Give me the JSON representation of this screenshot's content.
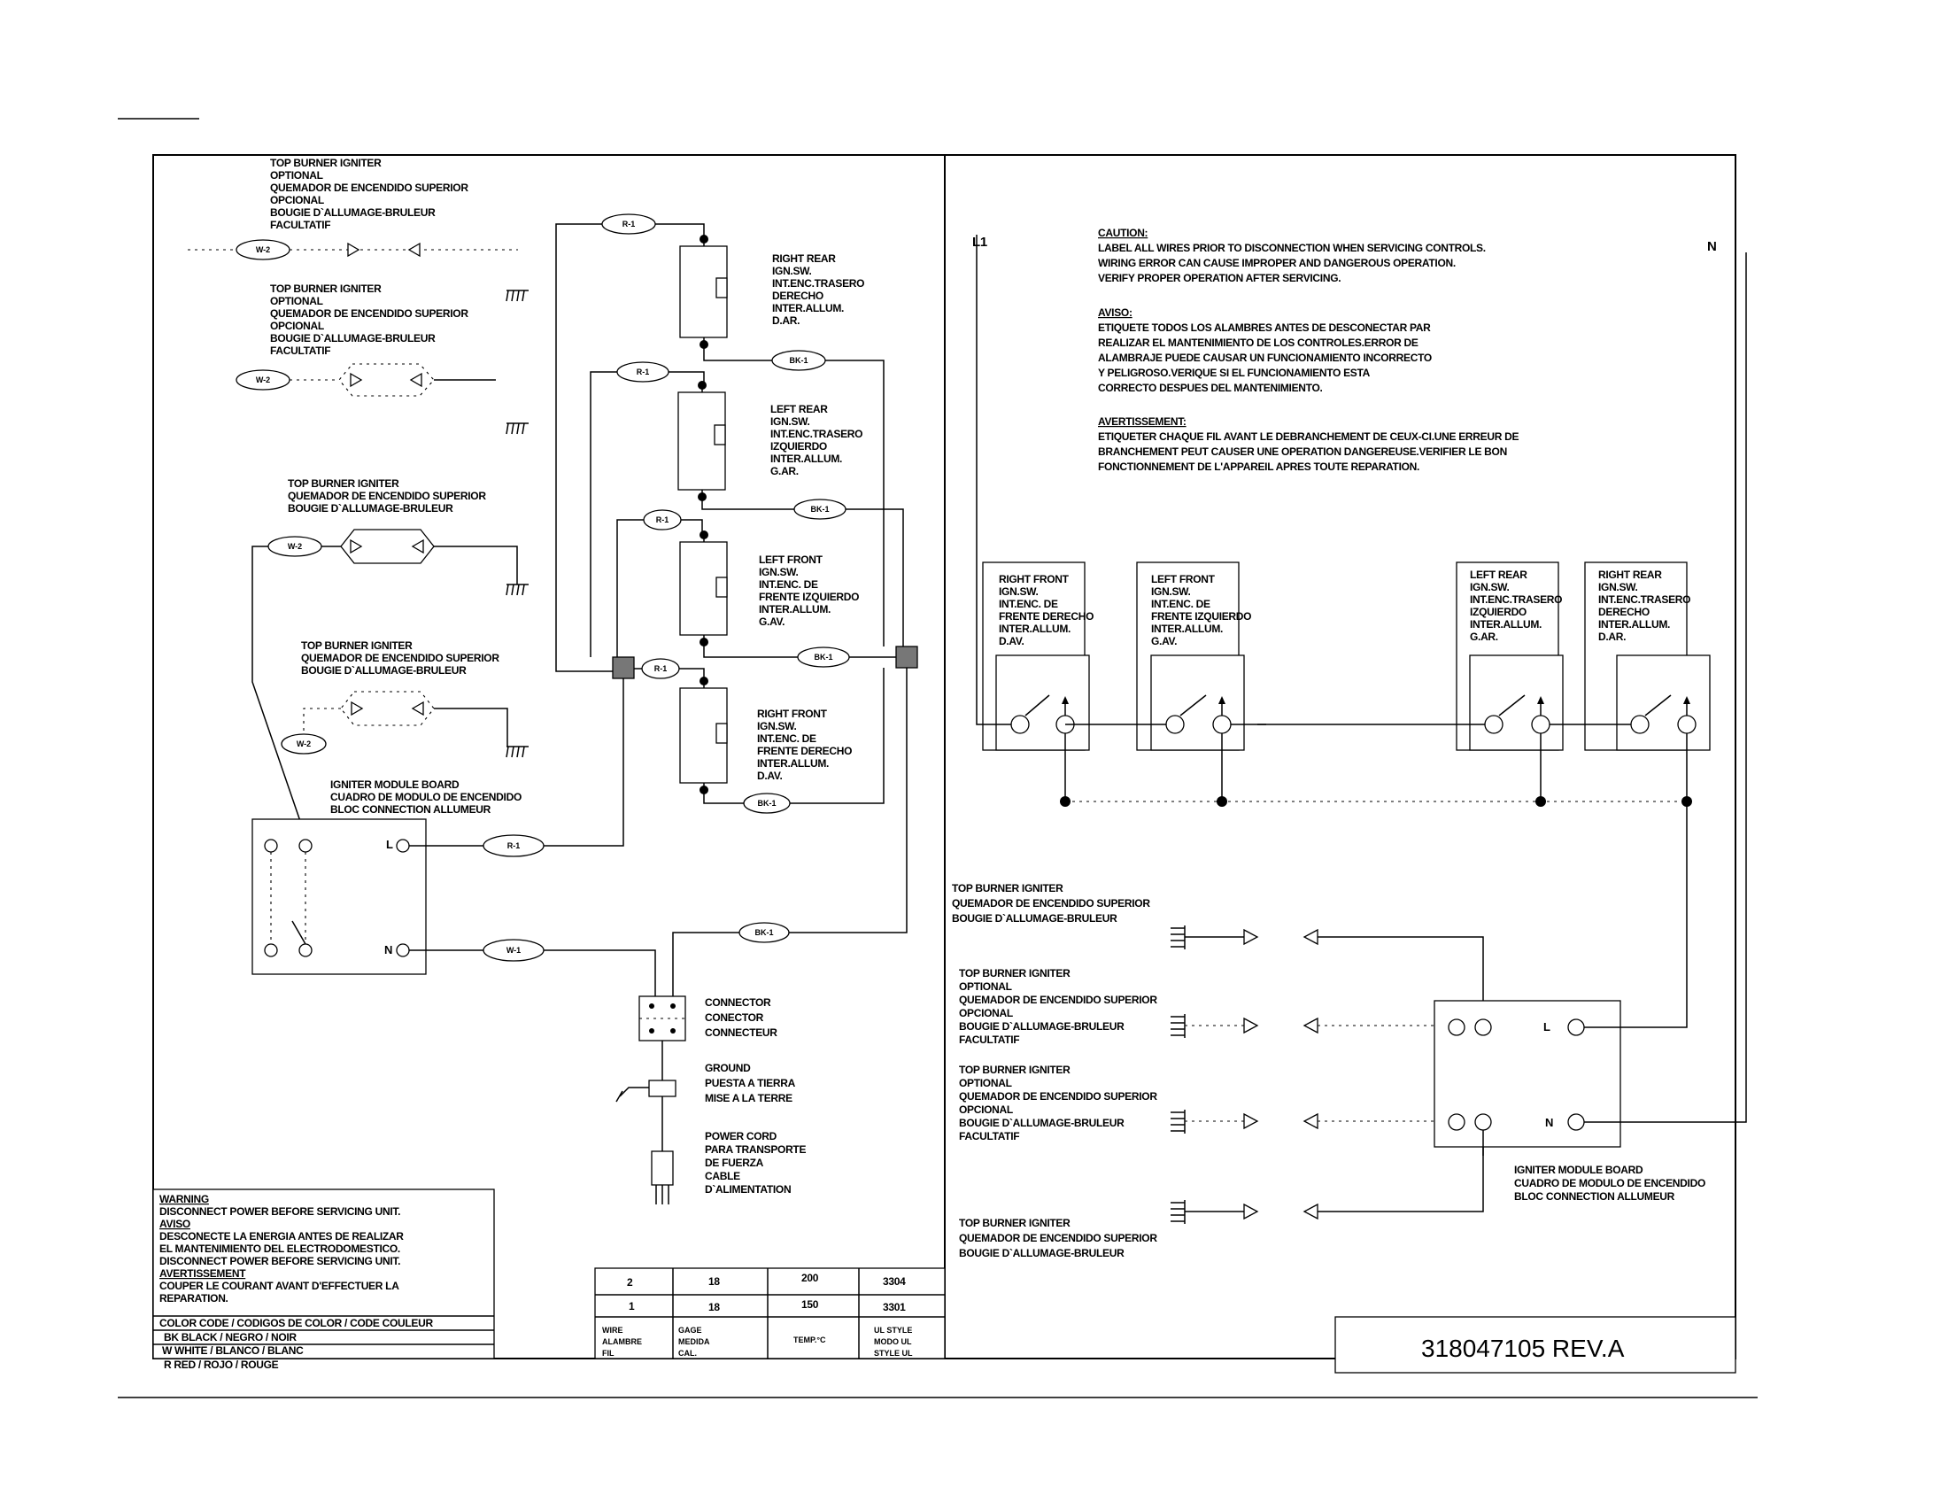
{
  "left_panel": {
    "igniters": [
      {
        "lines": [
          "TOP BURNER IGNITER",
          "OPTIONAL",
          "QUEMADOR DE ENCENDIDO SUPERIOR",
          "OPCIONAL",
          "BOUGIE D`ALLUMAGE-BRULEUR",
          "FACULTATIF"
        ],
        "wire": "W-2"
      },
      {
        "lines": [
          "TOP BURNER IGNITER",
          "OPTIONAL",
          "QUEMADOR DE ENCENDIDO SUPERIOR",
          "OPCIONAL",
          "BOUGIE D`ALLUMAGE-BRULEUR",
          "FACULTATIF"
        ],
        "wire": "W-2"
      },
      {
        "lines": [
          "TOP BURNER IGNITER",
          "QUEMADOR DE ENCENDIDO SUPERIOR",
          "BOUGIE D`ALLUMAGE-BRULEUR"
        ],
        "wire": "W-2"
      },
      {
        "lines": [
          "TOP BURNER IGNITER",
          "QUEMADOR DE ENCENDIDO SUPERIOR",
          "BOUGIE D`ALLUMAGE-BRULEUR"
        ],
        "wire": "W-2"
      }
    ],
    "switches": [
      {
        "lines": [
          "RIGHT REAR",
          "IGN.SW.",
          "INT.ENC.TRASERO",
          "DERECHO",
          "INTER.ALLUM.",
          "D.AR."
        ],
        "wire_in": "R-1",
        "wire_out": "BK-1"
      },
      {
        "lines": [
          "LEFT REAR",
          "IGN.SW.",
          "INT.ENC.TRASERO",
          "IZQUIERDO",
          "INTER.ALLUM.",
          "G.AR."
        ],
        "wire_in": "R-1",
        "wire_out": "BK-1"
      },
      {
        "lines": [
          "LEFT FRONT",
          "IGN.SW.",
          "INT.ENC. DE",
          "FRENTE IZQUIERDO",
          "INTER.ALLUM.",
          "G.AV."
        ],
        "wire_in": "R-1",
        "wire_out": "BK-1"
      },
      {
        "lines": [
          "RIGHT FRONT",
          "IGN.SW.",
          "INT.ENC. DE",
          "FRENTE DERECHO",
          "INTER.ALLUM.",
          "D.AV."
        ],
        "wire_in": "R-1",
        "wire_out": "BK-1"
      }
    ],
    "module": {
      "lines": [
        "IGNITER MODULE BOARD",
        "CUADRO DE MODULO DE ENCENDIDO",
        "BLOC CONNECTION ALLUMEUR"
      ],
      "l": "L",
      "n": "N",
      "wire_l": "R-1",
      "wire_n": "W-1",
      "wire_bk": "BK-1"
    },
    "connector": [
      "CONNECTOR",
      "CONECTOR",
      "CONNECTEUR"
    ],
    "ground": [
      "GROUND",
      "PUESTA A TIERRA",
      "MISE A LA TERRE"
    ],
    "power_cord": [
      "POWER CORD",
      "PARA TRANSPORTE",
      "DE FUERZA",
      "CABLE",
      "D`ALIMENTATION"
    ]
  },
  "warning_box": {
    "lines": [
      "WARNING",
      "DISCONNECT POWER BEFORE SERVICING UNIT.",
      "AVISO",
      "DESCONECTE LA ENERGIA ANTES DE REALIZAR",
      "EL MANTENIMIENTO DEL ELECTRODOMESTICO.",
      "DISCONNECT POWER BEFORE SERVICING UNIT.",
      "AVERTISSEMENT",
      "COUPER LE COURANT AVANT D'EFFECTUER LA",
      "REPARATION."
    ],
    "color_code": [
      "COLOR CODE / CODIGOS DE COLOR / CODE COULEUR",
      "BK BLACK / NEGRO / NOIR",
      "W WHITE / BLANCO / BLANC",
      "R RED / ROJO / ROUGE"
    ]
  },
  "wire_table": {
    "rows": [
      [
        "2",
        "18",
        "200",
        "3304"
      ],
      [
        "1",
        "18",
        "150",
        "3301"
      ]
    ],
    "headers": [
      [
        "WIRE",
        "ALAMBRE",
        "FIL"
      ],
      [
        "GAGE",
        "MEDIDA",
        "CAL."
      ],
      [
        "TEMP.°C"
      ],
      [
        "UL STYLE",
        "MODO UL",
        "STYLE UL"
      ]
    ]
  },
  "right_panel": {
    "l1": "L1",
    "n": "N",
    "notices": [
      {
        "title": "CAUTION:",
        "lines": [
          "LABEL ALL WIRES PRIOR TO DISCONNECTION WHEN SERVICING CONTROLS.",
          "WIRING ERROR CAN CAUSE IMPROPER AND DANGEROUS OPERATION.",
          "VERIFY PROPER OPERATION AFTER SERVICING."
        ]
      },
      {
        "title": "AVISO:",
        "lines": [
          "ETIQUETE TODOS LOS ALAMBRES ANTES DE DESCONECTAR PAR",
          "REALIZAR EL MANTENIMIENTO DE LOS CONTROLES.ERROR DE",
          "ALAMBRAJE PUEDE CAUSAR UN FUNCIONAMIENTO INCORRECTO",
          "Y PELIGROSO.VERIQUE SI EL FUNCIONAMIENTO ESTA",
          "CORRECTO DESPUES DEL MANTENIMIENTO."
        ]
      },
      {
        "title": "AVERTISSEMENT:",
        "lines": [
          "ETIQUETER CHAQUE FIL AVANT LE DEBRANCHEMENT DE CEUX-CI.UNE ERREUR DE",
          "BRANCHEMENT PEUT CAUSER UNE OPERATION DANGEREUSE.VERIFIER LE BON",
          "FONCTIONNEMENT DE L'APPAREIL APRES TOUTE REPARATION."
        ]
      }
    ],
    "switches": [
      [
        "RIGHT FRONT",
        "IGN.SW.",
        "INT.ENC. DE",
        "FRENTE DERECHO",
        "INTER.ALLUM.",
        "D.AV."
      ],
      [
        "LEFT FRONT",
        "IGN.SW.",
        "INT.ENC. DE",
        "FRENTE IZQUIERDO",
        "INTER.ALLUM.",
        "G.AV."
      ],
      [
        "LEFT REAR",
        "IGN.SW.",
        "INT.ENC.TRASERO",
        "IZQUIERDO",
        "INTER.ALLUM.",
        "G.AR."
      ],
      [
        "RIGHT REAR",
        "IGN.SW.",
        "INT.ENC.TRASERO",
        "DERECHO",
        "INTER.ALLUM.",
        "D.AR."
      ]
    ],
    "igniters": [
      [
        "TOP BURNER IGNITER",
        "QUEMADOR DE ENCENDIDO SUPERIOR",
        "BOUGIE D`ALLUMAGE-BRULEUR"
      ],
      [
        "TOP BURNER IGNITER",
        "OPTIONAL",
        "QUEMADOR DE ENCENDIDO SUPERIOR",
        "OPCIONAL",
        "BOUGIE D`ALLUMAGE-BRULEUR",
        "FACULTATIF"
      ],
      [
        "TOP BURNER IGNITER",
        "OPTIONAL",
        "QUEMADOR DE ENCENDIDO SUPERIOR",
        "OPCIONAL",
        "BOUGIE D`ALLUMAGE-BRULEUR",
        "FACULTATIF"
      ],
      [
        "TOP BURNER IGNITER",
        "QUEMADOR DE ENCENDIDO SUPERIOR",
        "BOUGIE D`ALLUMAGE-BRULEUR"
      ]
    ],
    "module": {
      "lines": [
        "IGNITER MODULE BOARD",
        "CUADRO DE MODULO DE ENCENDIDO",
        "BLOC CONNECTION ALLUMEUR"
      ],
      "l": "L",
      "n": "N"
    }
  },
  "part_number": "318047105 REV.A"
}
